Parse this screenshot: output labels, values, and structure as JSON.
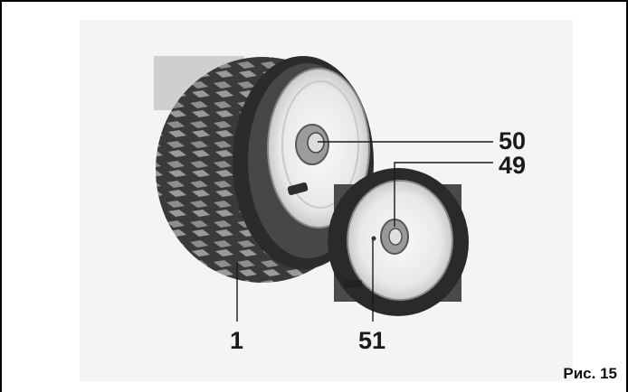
{
  "figure": {
    "callouts": {
      "c1": "1",
      "c50": "50",
      "c49": "49",
      "c51": "51"
    },
    "caption": "Рис. 15"
  }
}
